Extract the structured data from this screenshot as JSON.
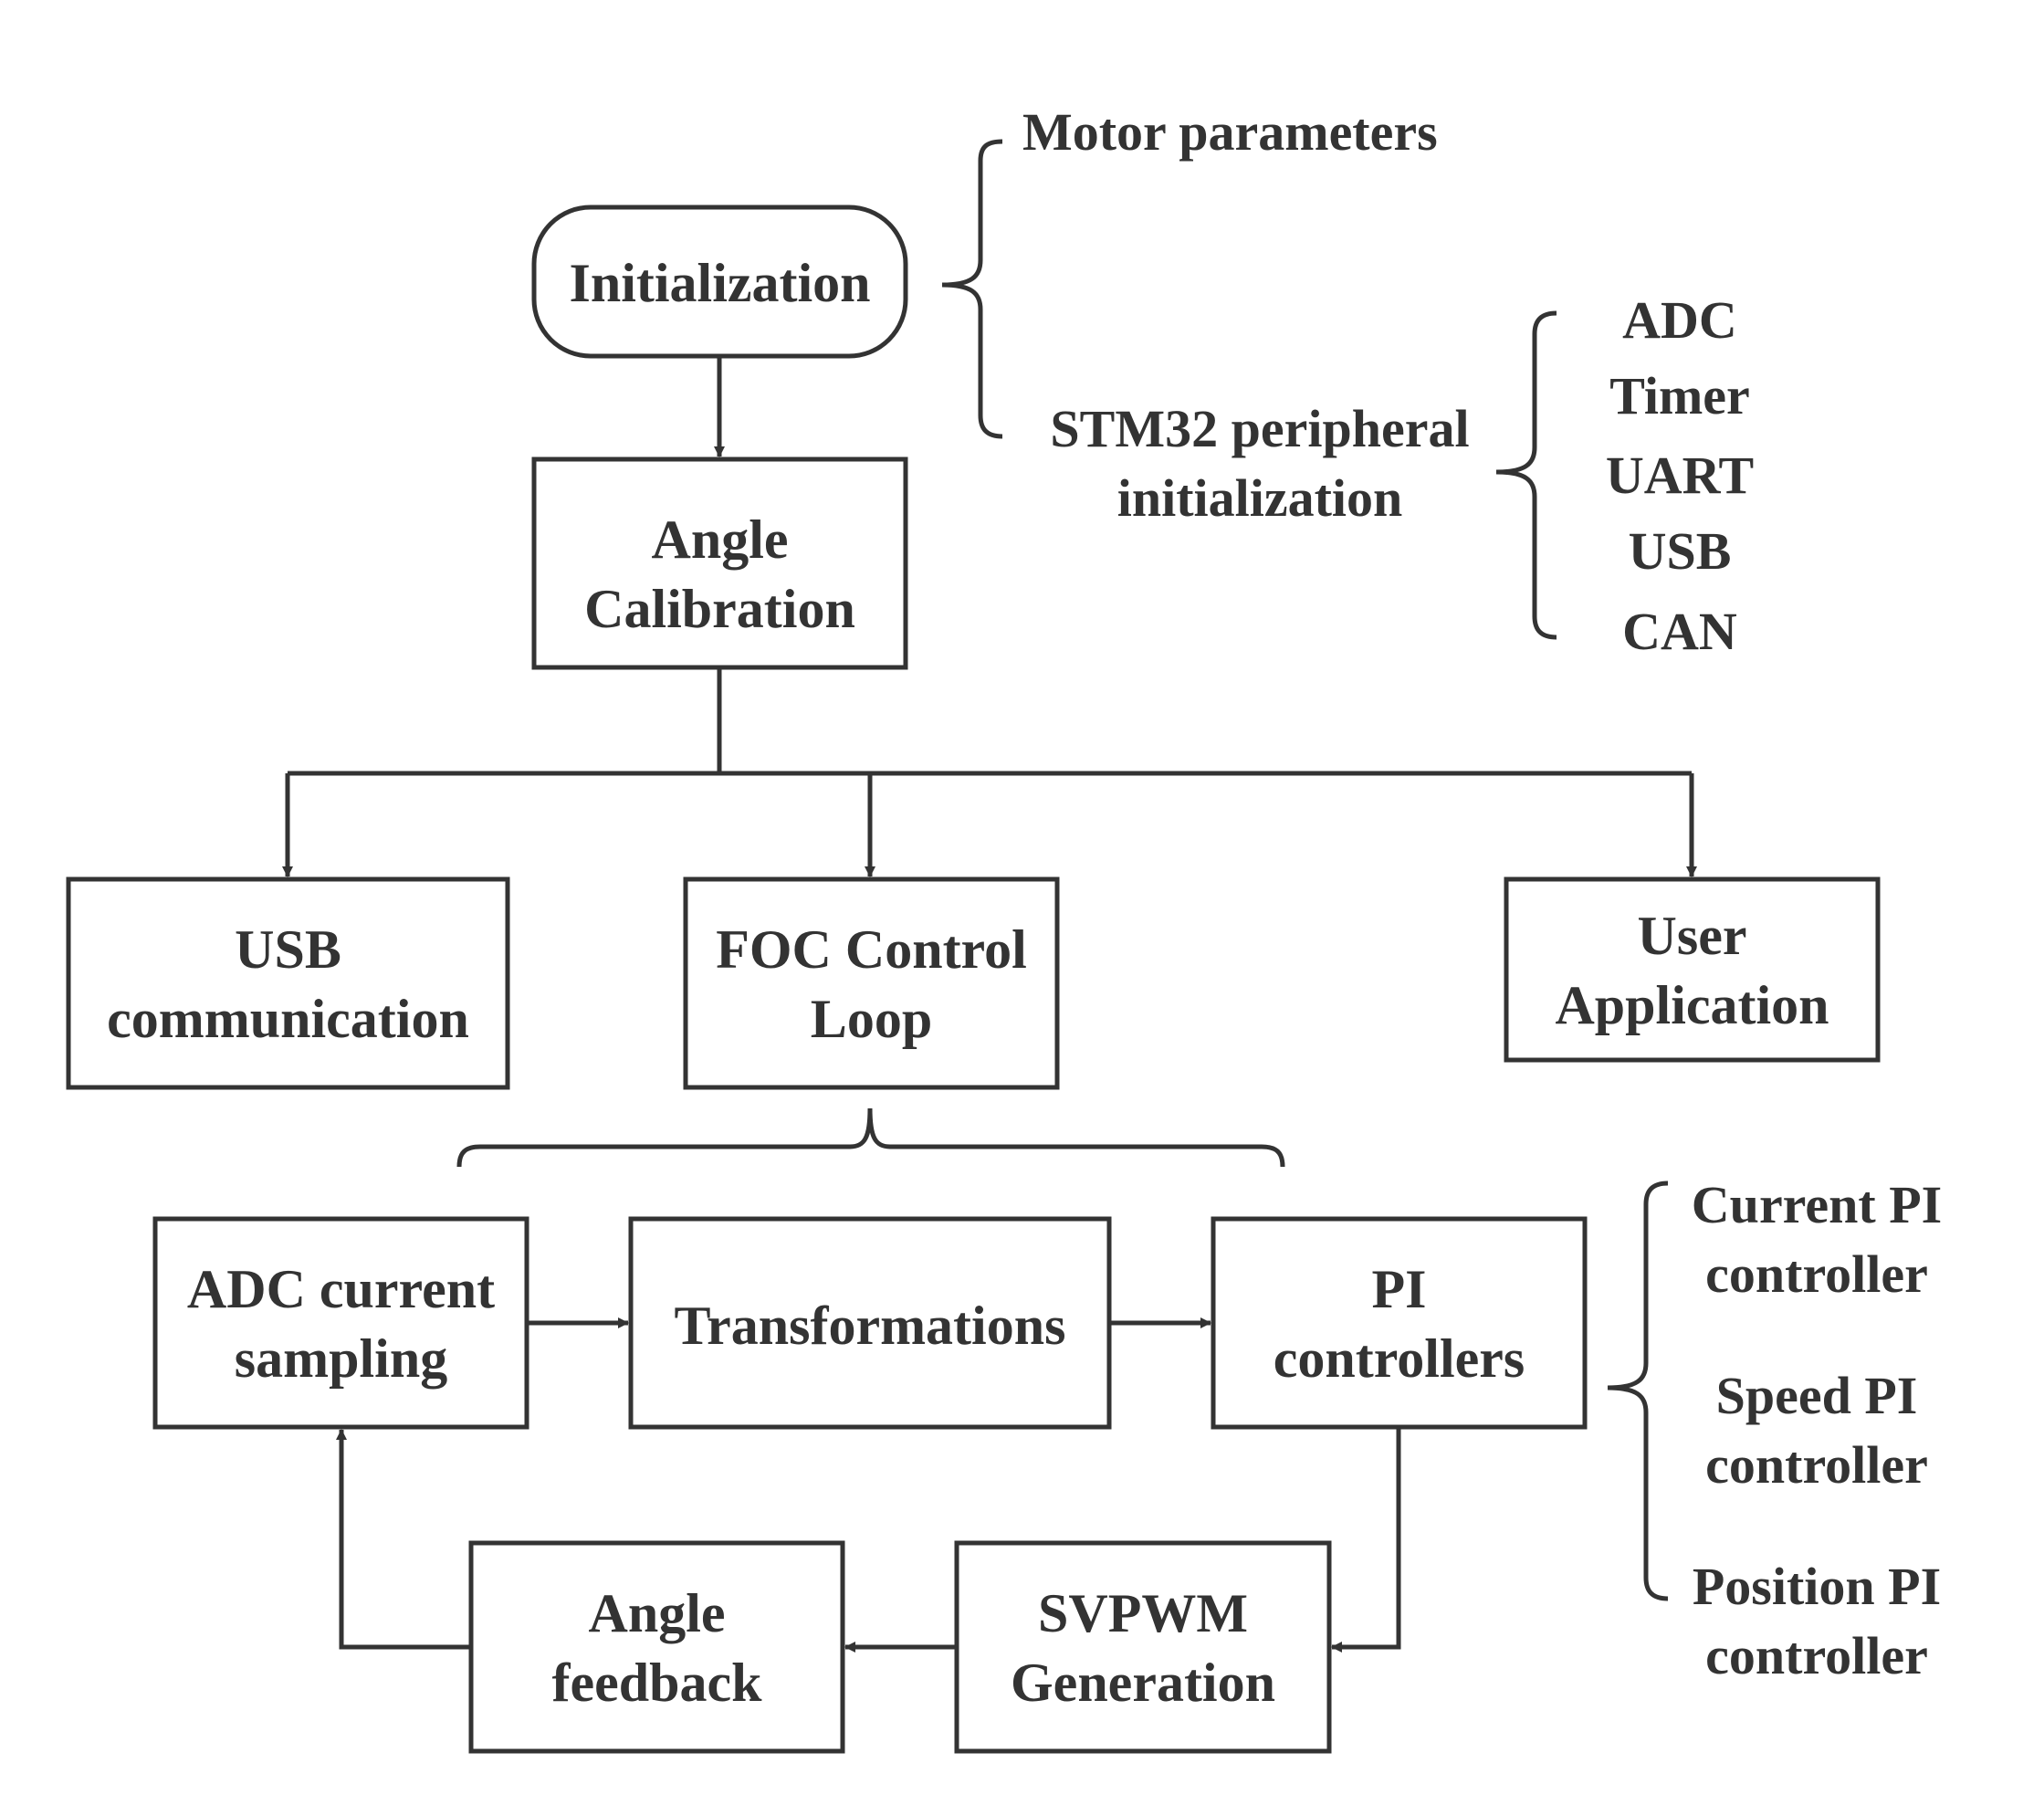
{
  "nodes": {
    "initialization": {
      "line1": "Initialization"
    },
    "angle_calibration": {
      "line1": "Angle",
      "line2": "Calibration"
    },
    "usb_communication": {
      "line1": "USB",
      "line2": "communication"
    },
    "foc_control_loop": {
      "line1": "FOC Control",
      "line2": "Loop"
    },
    "user_application": {
      "line1": "User",
      "line2": "Application"
    },
    "adc_current_sampling": {
      "line1": "ADC current",
      "line2": "sampling"
    },
    "transformations": {
      "line1": "Transformations"
    },
    "pi_controllers": {
      "line1": "PI",
      "line2": "controllers"
    },
    "angle_feedback": {
      "line1": "Angle",
      "line2": "feedback"
    },
    "svpwm_generation": {
      "line1": "SVPWM",
      "line2": "Generation"
    }
  },
  "init_details": {
    "motor_parameters": "Motor parameters",
    "stm32_line1": "STM32 peripheral",
    "stm32_line2": "initialization"
  },
  "peripherals": [
    "ADC",
    "Timer",
    "UART",
    "USB",
    "CAN"
  ],
  "pi_types": [
    {
      "line1": "Current PI",
      "line2": "controller"
    },
    {
      "line1": "Speed PI",
      "line2": "controller"
    },
    {
      "line1": "Position PI",
      "line2": "controller"
    }
  ],
  "colors": {
    "stroke": "#333333",
    "text": "#333333",
    "background": "#ffffff"
  }
}
